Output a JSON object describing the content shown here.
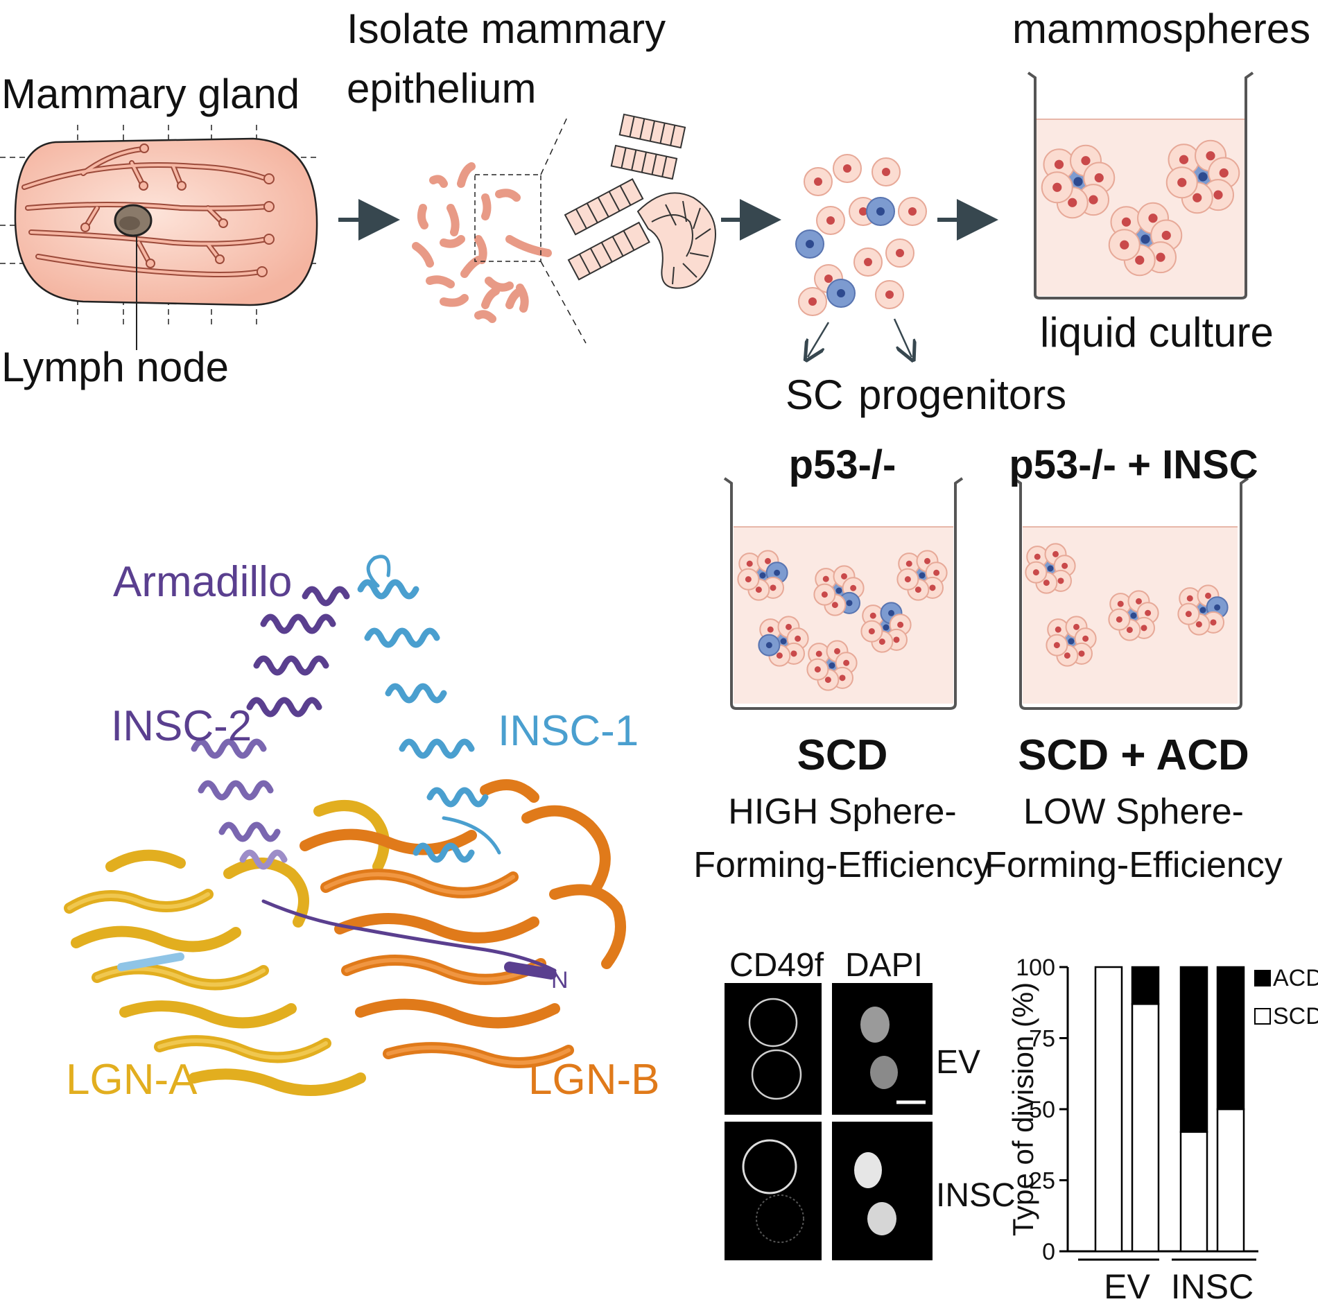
{
  "workflow": {
    "mammary_gland_label": "Mammary gland",
    "lymph_node_label": "Lymph node",
    "isolate_label_line1": "Isolate mammary",
    "isolate_label_line2": "epithelium",
    "mammospheres_label": "mammospheres",
    "liquid_culture_label": "liquid culture",
    "sc_label": "SC",
    "progenitors_label": "progenitors"
  },
  "conditions": {
    "left": {
      "title": "p53-/-",
      "mode": "SCD",
      "desc_line1": "HIGH Sphere-",
      "desc_line2": "Forming-Efficiency"
    },
    "right": {
      "title": "p53-/- + INSC",
      "mode": "SCD + ACD",
      "desc_line1": "LOW Sphere-",
      "desc_line2": "Forming-Efficiency"
    }
  },
  "structure": {
    "armadillo": "Armadillo",
    "insc2": "INSC-2",
    "insc1": "INSC-1",
    "lgna": "LGN-A",
    "lgnb": "LGN-B",
    "n_terminus": "N",
    "colors": {
      "armadillo": "#5a3f8f",
      "insc2": "#7a66b0",
      "insc1": "#4a9fcf",
      "lgna": "#e2ae1f",
      "lgnb": "#e07a1a"
    }
  },
  "micrographs": {
    "col1": "CD49f",
    "col2": "DAPI",
    "row1": "EV",
    "row2": "INSC"
  },
  "chart_data": {
    "type": "bar",
    "stacked": true,
    "ylabel": "Type of division (%)",
    "ylim": [
      0,
      100
    ],
    "yticks": [
      0,
      25,
      50,
      75,
      100
    ],
    "groups": [
      "EV",
      "INSC"
    ],
    "bars": [
      {
        "group": "EV",
        "SCD": 100,
        "ACD": 0
      },
      {
        "group": "EV",
        "SCD": 87,
        "ACD": 13
      },
      {
        "group": "INSC",
        "SCD": 42,
        "ACD": 58
      },
      {
        "group": "INSC",
        "SCD": 50,
        "ACD": 50
      }
    ],
    "legend": [
      {
        "name": "ACD",
        "color": "#000000"
      },
      {
        "name": "SCD",
        "color": "#ffffff"
      }
    ],
    "legend_position": "top-right"
  }
}
